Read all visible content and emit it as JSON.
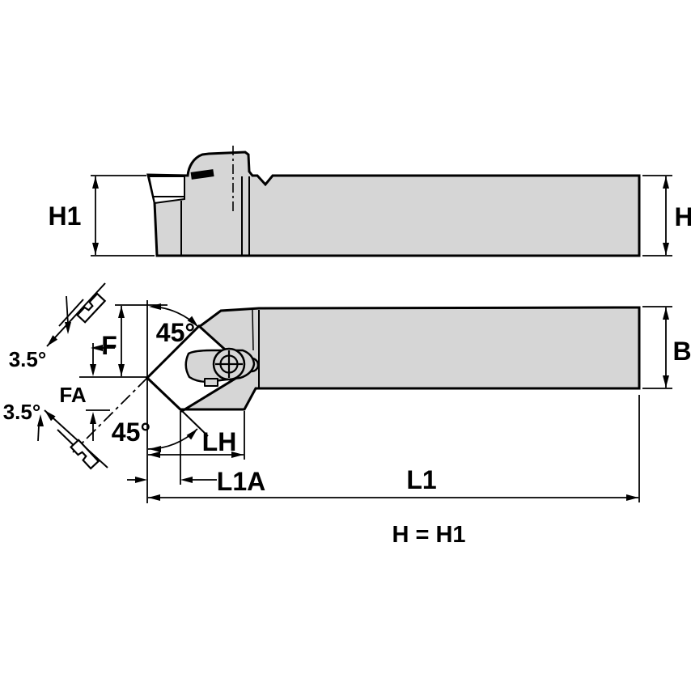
{
  "drawing": {
    "type": "engineering-drawing",
    "views": {
      "side_view": "tool holder side elevation with clamp",
      "plan_view": "tool holder plan view with 45-degree insert"
    }
  },
  "colors": {
    "background": "#ffffff",
    "line": "#000000",
    "body_fill": "#d6d6d6",
    "insert_fill": "#ffffff"
  },
  "labels": {
    "h1": "H1",
    "h": "H",
    "b": "B",
    "f": "F",
    "fa": "FA",
    "angle_upper": "45°",
    "angle_lower": "45°",
    "clearance_upper": "3.5°",
    "clearance_lower": "3.5°",
    "lh": "LH",
    "l1a": "L1A",
    "l1": "L1",
    "note": "H = H1"
  }
}
